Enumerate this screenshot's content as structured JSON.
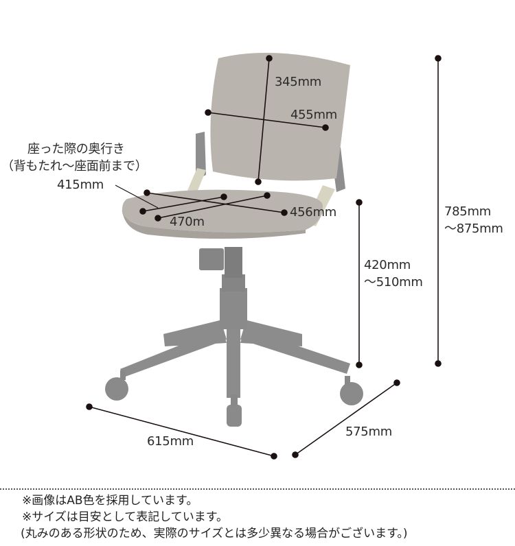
{
  "diagram": {
    "subject": "office chair dimensions",
    "colors": {
      "fabric": "#b8b3ad",
      "fabric_dark": "#a39e98",
      "base": "#8a8a8a",
      "base_dark": "#777777",
      "line": "#1a1010",
      "bracket": "#d8d4c2"
    },
    "labels": {
      "back_height": "345mm",
      "back_width": "455mm",
      "seat_depth_title_1": "座った際の奥行き",
      "seat_depth_title_2": "（背もたれ〜座面前まで）",
      "seat_depth_sitting": "415mm",
      "seat_depth": "470m",
      "seat_width": "456mm",
      "total_height_1": "785mm",
      "total_height_2": "〜875mm",
      "seat_height_1": "420mm",
      "seat_height_2": "〜510mm",
      "base_width": "615mm",
      "base_depth": "575mm"
    }
  },
  "notes": [
    "※画像はAB色を採用しています。",
    "※サイズは目安として表記しています。",
    "(丸みのある形状のため、実際のサイズとは多少異なる場合がございます。)"
  ]
}
